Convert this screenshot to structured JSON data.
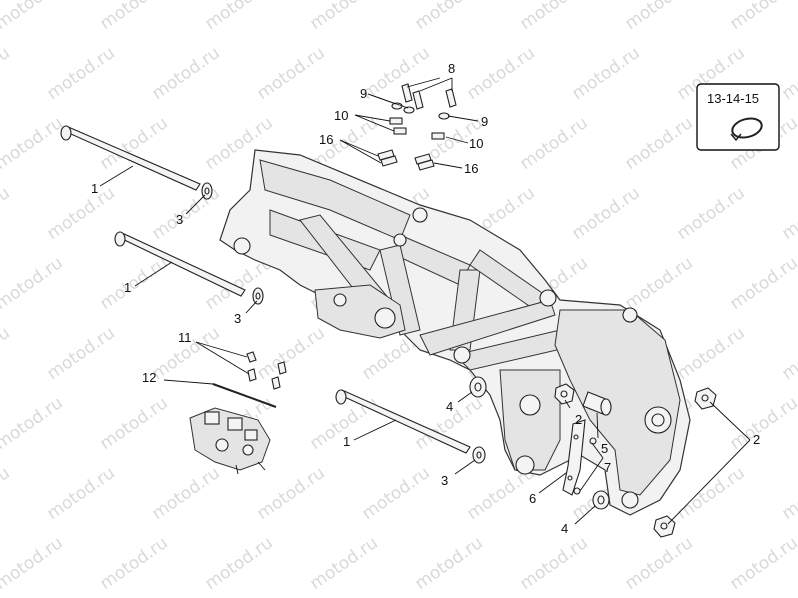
{
  "watermark_text": "motod.ru",
  "inset": {
    "label": "13-14-15"
  },
  "callouts": {
    "c1a": "1",
    "c1b": "1",
    "c1c": "1",
    "c2a": "2",
    "c2b": "2",
    "c3a": "3",
    "c3b": "3",
    "c3c": "3",
    "c4a": "4",
    "c4b": "4",
    "c5": "5",
    "c6": "6",
    "c7": "7",
    "c8": "8",
    "c9a": "9",
    "c9b": "9",
    "c10a": "10",
    "c10b": "10",
    "c11": "11",
    "c12": "12",
    "c16a": "16",
    "c16b": "16"
  }
}
